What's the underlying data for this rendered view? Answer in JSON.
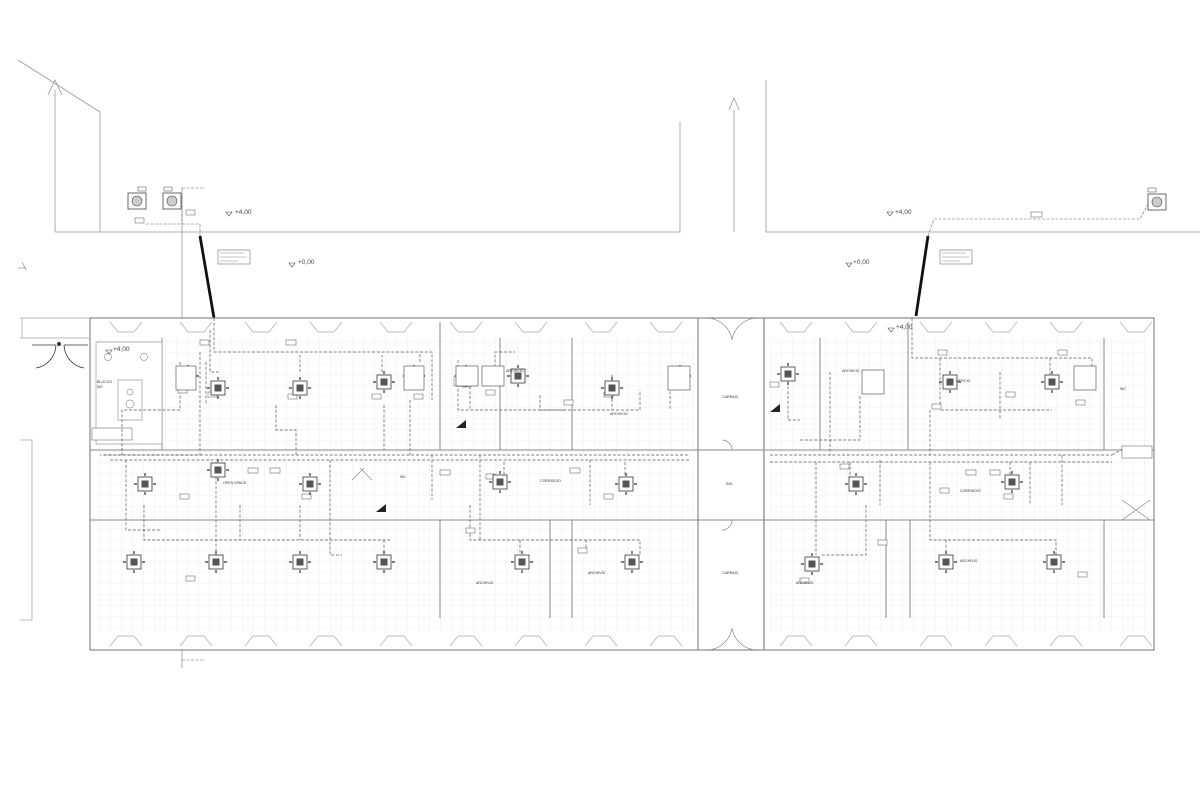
{
  "levels": {
    "outdoor_top_left": "+4,00",
    "outdoor_top_right": "+4,00",
    "ground_left": "+0,00",
    "ground_right": "+0,00",
    "interior_left": "+4,00",
    "interior_right": "+4,00"
  },
  "rooms": {
    "blocco_servizi": "BLOCCO",
    "blocco_servizi_num": "WC",
    "open_space": "OPEN SPACE",
    "corridoio_1": "CORRIDOIO",
    "corridoio_2": "CORRIDOIO",
    "archivio_top_1": "ARCHIVIO",
    "archivio_top_2": "ARCHIVIO",
    "archivio_bottom_1": "ARCHIVIO",
    "archivio_bottom_2": "ARCHIVIO",
    "archivio_bottom_3": "ARCHIVIO",
    "archivio_bottom_4": "ARCHIVIO",
    "ufficio": "UFFICIO",
    "carraio_top": "CARRAIO",
    "carraio_bottom": "CARRAIO",
    "ingresso": "ING.",
    "wc_right": "WC"
  },
  "colors": {
    "wall": "#8a8a8a",
    "grid": "#e2e2e2",
    "duct": "#555555",
    "riser": "#111111"
  },
  "icons": {
    "outdoor_unit": "outdoor-condenser-icon",
    "cassette_unit": "ceiling-cassette-icon",
    "door": "door-swing-icon",
    "north_arrow": "arrow-up-icon"
  }
}
